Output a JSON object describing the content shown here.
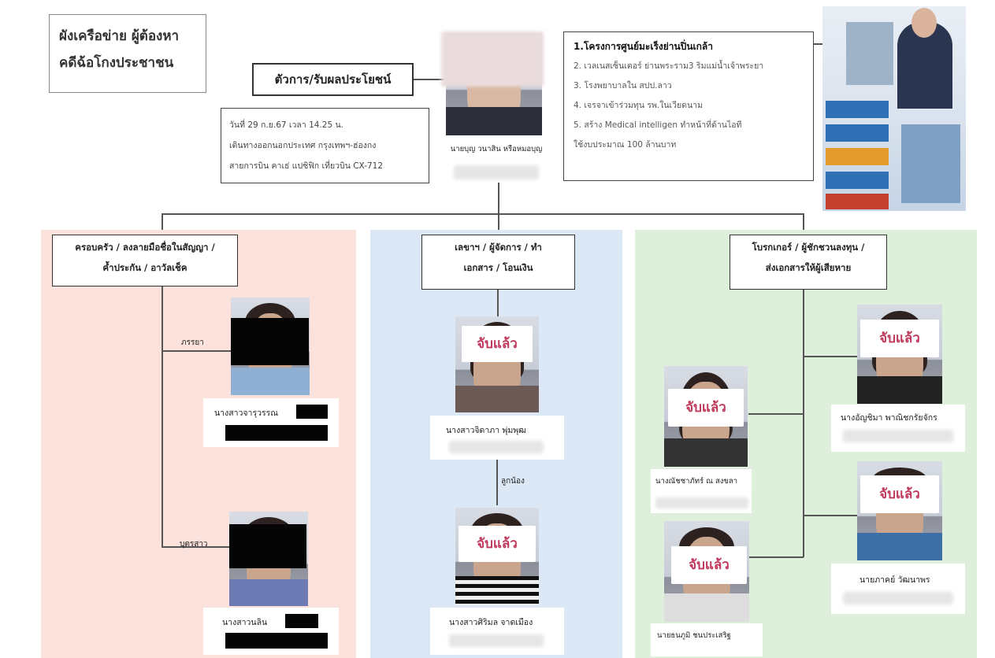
{
  "title": {
    "line1": "ผังเครือข่าย ผู้ต้องหา",
    "line2": "คดีฉ้อโกงประชาชน"
  },
  "principal": {
    "role": "ตัวการ/รับผลประโยชน์",
    "name": "นายบุญ วนาสิน หรือหมอบุญ"
  },
  "travel": {
    "line1": "วันที่ 29 ก.ย.67 เวลา 14.25 น.",
    "line2": "เดินทางออกนอกประเทศ กรุงเทพฯ-ฮ่องกง",
    "line3": "สายการบิน คาเธ่ แปซิฟิก เที่ยวบิน CX-712"
  },
  "projects": [
    "1.โครงการศูนย์มะเร็งย่านปิ่นเกล้า",
    "2. เวลเนสเซ็นเตอร์ ย่านพระราม3 ริมแม่น้ำเจ้าพระยา",
    "3. โรงพยาบาลใน สปป.ลาว",
    "4. เจรจาเข้าร่วมทุน รพ.ในเวียดนาม",
    "5. สร้าง Medical intelligen ทำหน้าที่ด้านไอที",
    "ใช้งบประมาณ 100 ล้านบาท"
  ],
  "groups": {
    "family": {
      "line1": "ครอบครัว / ลงลายมือชื่อในสัญญา /",
      "line2": "ค้ำประกัน / อาวัลเช็ค"
    },
    "secretary": {
      "line1": "เลขาฯ / ผู้จัดการ / ทำ",
      "line2": "เอกสาร / โอนเงิน"
    },
    "broker": {
      "line1": "โบรกเกอร์ / ผู้ชักชวนลงทุน /",
      "line2": "ส่งเอกสารให้ผู้เสียหาย"
    }
  },
  "relations": {
    "wife": "ภรรยา",
    "daughter": "บุตรสาว",
    "niece": "ลูกน้อง"
  },
  "caught_label": "จับแล้ว",
  "people": {
    "wife": "นางสาวจารุวรรณ",
    "daughter": "นางสาวนลิน",
    "sec1": "นางสาวจิดาภา พุ่มพุฒ",
    "sec2": "นางสาวศิริมล จาดเมือง",
    "br1": "นางณัชชาภัทร์ ณ สงขลา",
    "br2": "นายธนภูมิ ชนประเสริฐ",
    "br3": "นางอัญชิมา พาณิชกรัยจักร",
    "br4": "นายภาคย์ วัฒนาพร"
  },
  "colors": {
    "family_bg": "#fbe2dc",
    "secretary_bg": "#dde8f6",
    "broker_bg": "#def0db",
    "caught": "#c0395c"
  }
}
